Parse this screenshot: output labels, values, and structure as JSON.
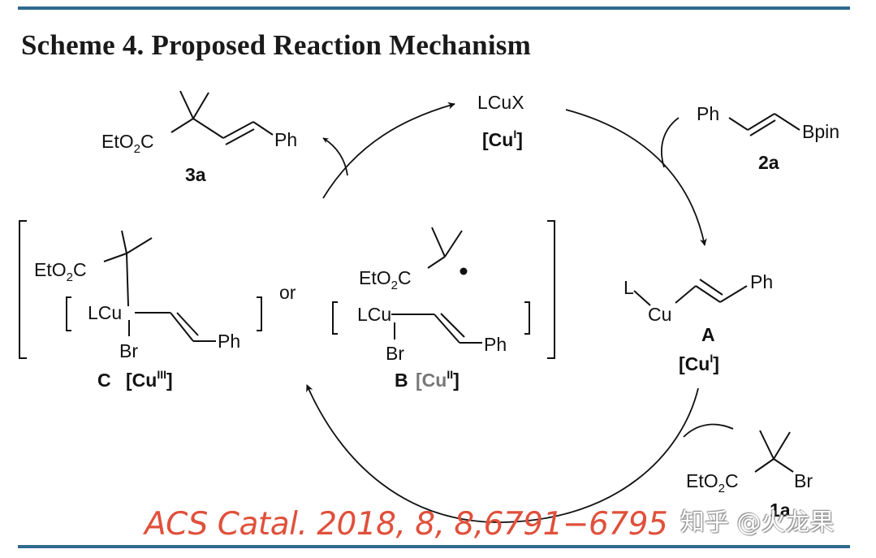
{
  "title": "Scheme 4. Proposed Reaction Mechanism",
  "species": {
    "catalyst": {
      "formula": "LCuX",
      "state_prefix": "[Cu",
      "state_sup": "I",
      "state_suffix": "]"
    },
    "reagent_2a": {
      "ph": "Ph",
      "bpin": "Bpin",
      "label": "2a"
    },
    "product_3a": {
      "ester_a": "EtO",
      "ester_sub": "2",
      "ester_b": "C",
      "ph": "Ph",
      "label": "3a"
    },
    "intermediate_A": {
      "l": "L",
      "cu": "Cu",
      "ph": "Ph",
      "label": "A",
      "state_prefix": "[Cu",
      "state_sup": "I",
      "state_suffix": "]"
    },
    "reagent_1a": {
      "ester_a": "EtO",
      "ester_sub": "2",
      "ester_b": "C",
      "br": "Br",
      "label": "1a"
    },
    "intermediate_C": {
      "ester_a": "EtO",
      "ester_sub": "2",
      "ester_b": "C",
      "lcu": "LCu",
      "br": "Br",
      "ph": "Ph",
      "label": "C",
      "state_prefix": "[Cu",
      "state_sup": "III",
      "state_suffix": "]"
    },
    "connector": "or",
    "intermediate_B": {
      "ester_a": "EtO",
      "ester_sub": "2",
      "ester_b": "C",
      "lcu": "LCu",
      "br": "Br",
      "ph": "Ph",
      "label": "B",
      "state_prefix": "[Cu",
      "state_sup": "II",
      "state_suffix": "]"
    }
  },
  "citation": "ACS Catal. 2018, 8, 8,6791−6795",
  "watermark": "知乎 @火龙果",
  "colors": {
    "rule": "#2f6a8f",
    "citation": "#e0503b",
    "ink": "#111111",
    "state_gray": "#777777"
  }
}
